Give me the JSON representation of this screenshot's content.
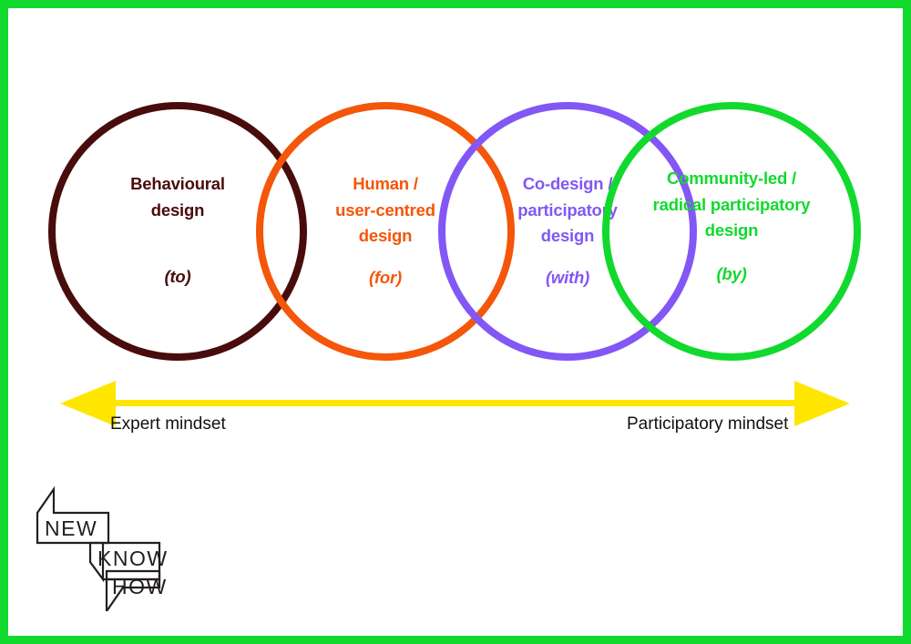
{
  "page": {
    "frame_color": "#12d92e",
    "background": "#ffffff"
  },
  "diagram": {
    "type": "spectrum-of-participation",
    "circles": [
      {
        "id": "behavioural-design",
        "title": "Behavioural\ndesign",
        "preposition": "(to)",
        "color": "#490c0c",
        "color_name": "dark-maroon"
      },
      {
        "id": "human-centred-design",
        "title": "Human /\nuser-centred\ndesign",
        "preposition": "(for)",
        "color": "#f4560a",
        "color_name": "orange"
      },
      {
        "id": "co-design",
        "title": "Co-design /\nparticipatory\ndesign",
        "preposition": "(with)",
        "color": "#8257f5",
        "color_name": "purple"
      },
      {
        "id": "community-led-design",
        "title": "Community-led /\nradical participatory\ndesign",
        "preposition": "(by)",
        "color": "#12d92e",
        "color_name": "green"
      }
    ],
    "axis": {
      "color": "#ffe600",
      "style": "double-headed-arrow",
      "left_label": "Expert mindset",
      "right_label": "Participatory mindset",
      "label_color": "#111111"
    }
  },
  "logo": {
    "name": "new-know-how",
    "lines": [
      "NEW",
      "KNOW",
      "HOW"
    ],
    "stroke_color": "#231f20"
  }
}
